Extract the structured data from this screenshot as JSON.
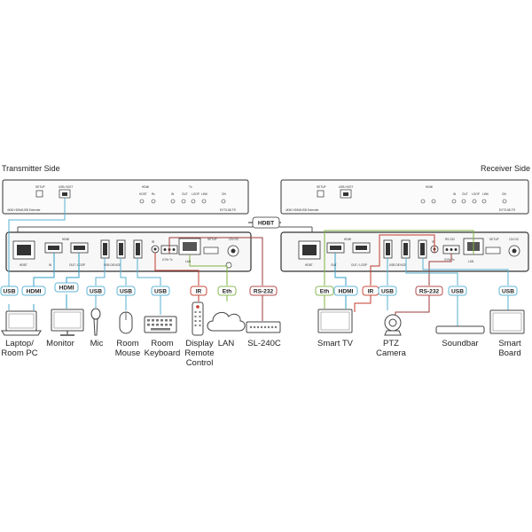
{
  "sides": {
    "transmitter": "Transmitter Side",
    "receiver": "Receiver Side"
  },
  "link_label": "HDBT",
  "transmitter": {
    "front": {
      "setup": "SETUP",
      "usb_host": "USB HOST",
      "hdmi_group": "HDMI",
      "host": "HOST",
      "rx": "Rx",
      "tx": "Tx",
      "out": "OUT",
      "loop": "LOOP",
      "link": "LINK",
      "on": "ON",
      "name": "4K60 HDMI/USB Extender",
      "model": "EXT3-58-TR"
    },
    "rear": {
      "hdbt": "HDBT",
      "hdmi": "HDMI",
      "in": "IN",
      "out_loop": "OUT / LOOP",
      "usb_device": "USB DEVICE",
      "ir": "IR",
      "rs232": "G Rx Tx",
      "setup": "SETUP",
      "lan": "LAN",
      "power": "12V DC"
    },
    "tags": [
      "USB",
      "HDMI",
      "HDMI",
      "USB",
      "USB",
      "USB",
      "IR",
      "Eth",
      "RS-232"
    ],
    "devices": [
      {
        "line1": "Laptop/",
        "line2": "Room PC"
      },
      {
        "line1": "Monitor",
        "line2": ""
      },
      {
        "line1": "Mic",
        "line2": ""
      },
      {
        "line1": "Room",
        "line2": "Mouse"
      },
      {
        "line1": "Room",
        "line2": "Keyboard"
      },
      {
        "line1": "Display",
        "line2": "Remote",
        "line3": "Control"
      },
      {
        "line1": "LAN",
        "line2": ""
      },
      {
        "line1": "SL-240C",
        "line2": ""
      }
    ]
  },
  "receiver": {
    "front": {
      "setup": "SETUP",
      "usb_host": "USB HOST",
      "hdmi_group": "HDMI",
      "in": "IN",
      "out": "OUT",
      "loop": "LOOP",
      "link": "LINK",
      "on": "ON",
      "name": "4K60 HDMI/USB Extender",
      "model": "EXT3-58-TR"
    },
    "rear": {
      "hdbt": "HDBT",
      "hdmi": "HDMI",
      "out": "OUT",
      "out_loop": "OUT / LOOP",
      "usb_device": "USB DEVICE",
      "ir": "IR",
      "rs232": "G Rx Tx",
      "setup": "SETUP",
      "lan": "LAN",
      "power": "12V DC"
    },
    "tags": [
      "Eth",
      "HDMI",
      "IR",
      "USB",
      "RS-232",
      "USB",
      "USB"
    ],
    "devices": [
      {
        "line1": "Smart TV",
        "line2": ""
      },
      {
        "line1": "PTZ",
        "line2": "Camera"
      },
      {
        "line1": "Soundbar",
        "line2": ""
      },
      {
        "line1": "Smart",
        "line2": "Board"
      }
    ]
  },
  "colors": {
    "usb_line": "#55b0d0",
    "hdmi_line": "#2f9fc7",
    "ir_line": "#c0392b",
    "eth_line": "#7fb342",
    "rs232_line": "#9e3a3a",
    "tag_usb": "#5fb5d6",
    "tag_hdmi": "#5fb5d6",
    "tag_ir": "#c94a3a",
    "tag_eth": "#8bb858",
    "tag_rs232": "#b44b4b"
  }
}
